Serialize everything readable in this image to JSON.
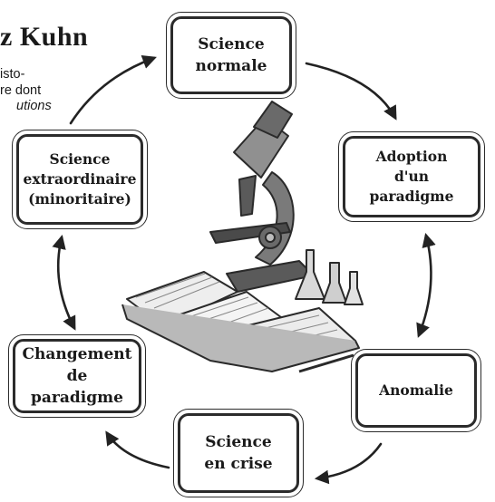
{
  "header": {
    "title": "z Kuhn",
    "intro_lines": [
      "isto-",
      "re dont",
      "utions"
    ]
  },
  "cycle": {
    "normal": "Science\nnormale",
    "adoption": "Adoption\nd'un paradigme",
    "anomalie": "Anomalie",
    "crise": "Science\nen crise",
    "changement": "Changement\nde paradigme",
    "extraordinaire": "Science\nextraordinaire\n(minoritaire)"
  },
  "illustration": {
    "icon": "microscope-with-books-and-flasks"
  }
}
